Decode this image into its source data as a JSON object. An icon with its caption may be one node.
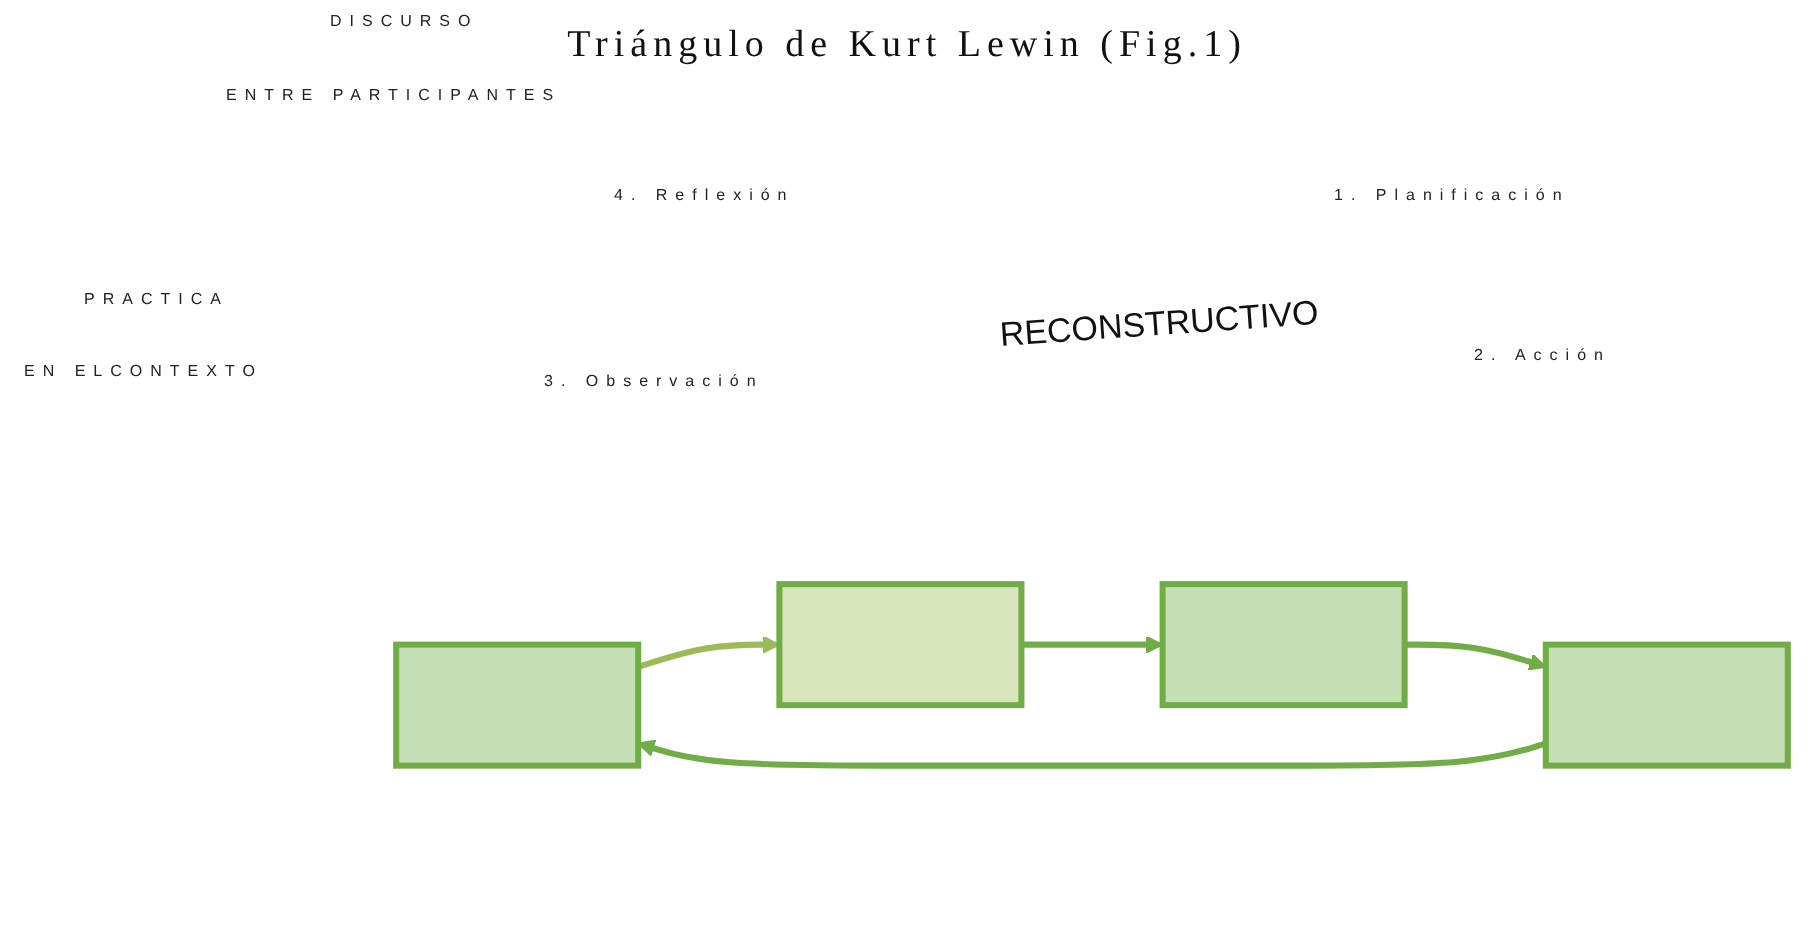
{
  "diagram": {
    "title": "Triángulo de Kurt Lewin (Fig.1)",
    "nodes": [
      {
        "text": [],
        "shape": "box"
      },
      {
        "text": [],
        "shape": "box"
      },
      {
        "text": [],
        "shape": "box"
      },
      {
        "text": [],
        "shape": "box"
      }
    ],
    "edges": [
      {
        "from": 0,
        "to": 1,
        "arrow": "to",
        "color": "#9bbb59"
      },
      {
        "from": 1,
        "to": 2,
        "arrow": "to"
      },
      {
        "from": 2,
        "to": 3,
        "arrow": "to"
      },
      {
        "from": 3,
        "to": 0,
        "arrow": "to"
      }
    ],
    "labels": [
      "DISCURSO",
      "ENTRE PARTICIPANTES",
      "4. Reflexión",
      "1. Planificación",
      "PRACTICA",
      "RECONSTRUCTIVO",
      "2. Acción",
      "EN ELCONTEXTO",
      "3. Observación"
    ]
  }
}
